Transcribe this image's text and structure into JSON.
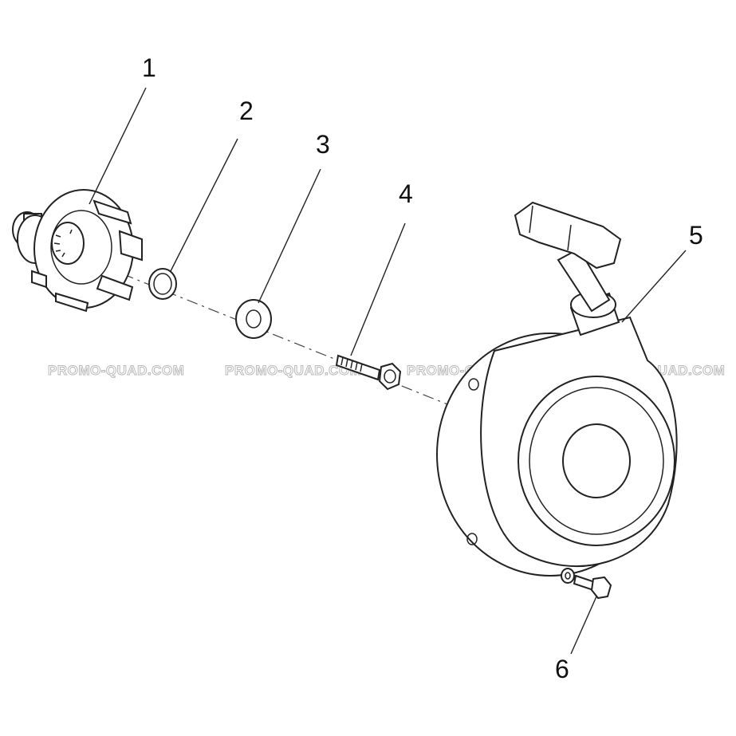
{
  "callouts": [
    {
      "id": "1",
      "label": "1"
    },
    {
      "id": "2",
      "label": "2"
    },
    {
      "id": "3",
      "label": "3"
    },
    {
      "id": "4",
      "label": "4"
    },
    {
      "id": "5",
      "label": "5"
    },
    {
      "id": "6",
      "label": "6"
    }
  ],
  "watermarks": [
    {
      "text": "PROMO-QUAD.COM"
    },
    {
      "text": "PROMO-QUAD.COM"
    },
    {
      "text": "PROMO-QUAD.COM"
    },
    {
      "text": "PROMO-QUAD.COM"
    }
  ],
  "colors": {
    "line": "#222222",
    "watermark": "#b9b9b9",
    "background": "#ffffff"
  }
}
